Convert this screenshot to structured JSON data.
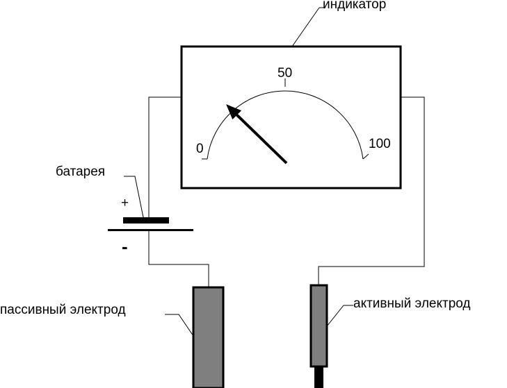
{
  "labels": {
    "indicator": "индикатор",
    "battery": "батарея",
    "plus": "+",
    "minus": "-",
    "passive_electrode": "пассивный электрод",
    "active_electrode": "активный электрод"
  },
  "gauge": {
    "scale_min": "0",
    "scale_mid": "50",
    "scale_max": "100",
    "needle_value": 25
  },
  "colors": {
    "line": "#000000",
    "electrode_fill": "#7f7f7f",
    "background": "#ffffff"
  }
}
